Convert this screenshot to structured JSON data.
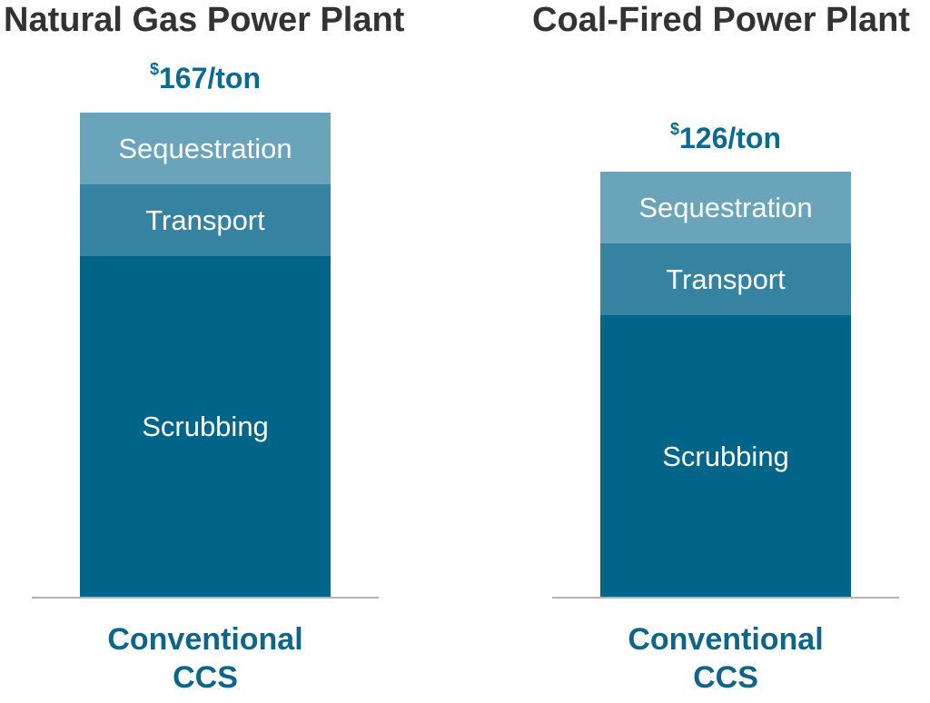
{
  "colors": {
    "sequestration": "#69a4ba",
    "transport": "#3582a1",
    "scrubbing": "#016489",
    "title": "#333333",
    "total": "#0a6a90",
    "axis": "#b4b4b4"
  },
  "panels": [
    {
      "title": "Natural Gas Power Plant",
      "total_currency": "$",
      "total_text": "167/ton",
      "category_line1": "Conventional",
      "category_line2": "CCS",
      "segments": {
        "sequestration": "Sequestration",
        "transport": "Transport",
        "scrubbing": "Scrubbing"
      }
    },
    {
      "title": "Coal-Fired Power Plant",
      "total_currency": "$",
      "total_text": "126/ton",
      "category_line1": "Conventional",
      "category_line2": "CCS",
      "segments": {
        "sequestration": "Sequestration",
        "transport": "Transport",
        "scrubbing": "Scrubbing"
      }
    }
  ],
  "chart_data": [
    {
      "type": "bar",
      "stacked": true,
      "title": "Natural Gas Power Plant",
      "categories": [
        "Conventional CCS"
      ],
      "series": [
        {
          "name": "Scrubbing",
          "values": [
            117
          ]
        },
        {
          "name": "Transport",
          "values": [
            25
          ]
        },
        {
          "name": "Sequestration",
          "values": [
            25
          ]
        }
      ],
      "total_label": "$167/ton",
      "total": 167,
      "xlabel": "",
      "ylabel": "",
      "grid": false,
      "legend": "inline segment labels"
    },
    {
      "type": "bar",
      "stacked": true,
      "title": "Coal-Fired Power Plant",
      "categories": [
        "Conventional CCS"
      ],
      "series": [
        {
          "name": "Scrubbing",
          "values": [
            76
          ]
        },
        {
          "name": "Transport",
          "values": [
            25
          ]
        },
        {
          "name": "Sequestration",
          "values": [
            25
          ]
        }
      ],
      "total_label": "$126/ton",
      "total": 126,
      "xlabel": "",
      "ylabel": "",
      "grid": false,
      "legend": "inline segment labels"
    }
  ]
}
